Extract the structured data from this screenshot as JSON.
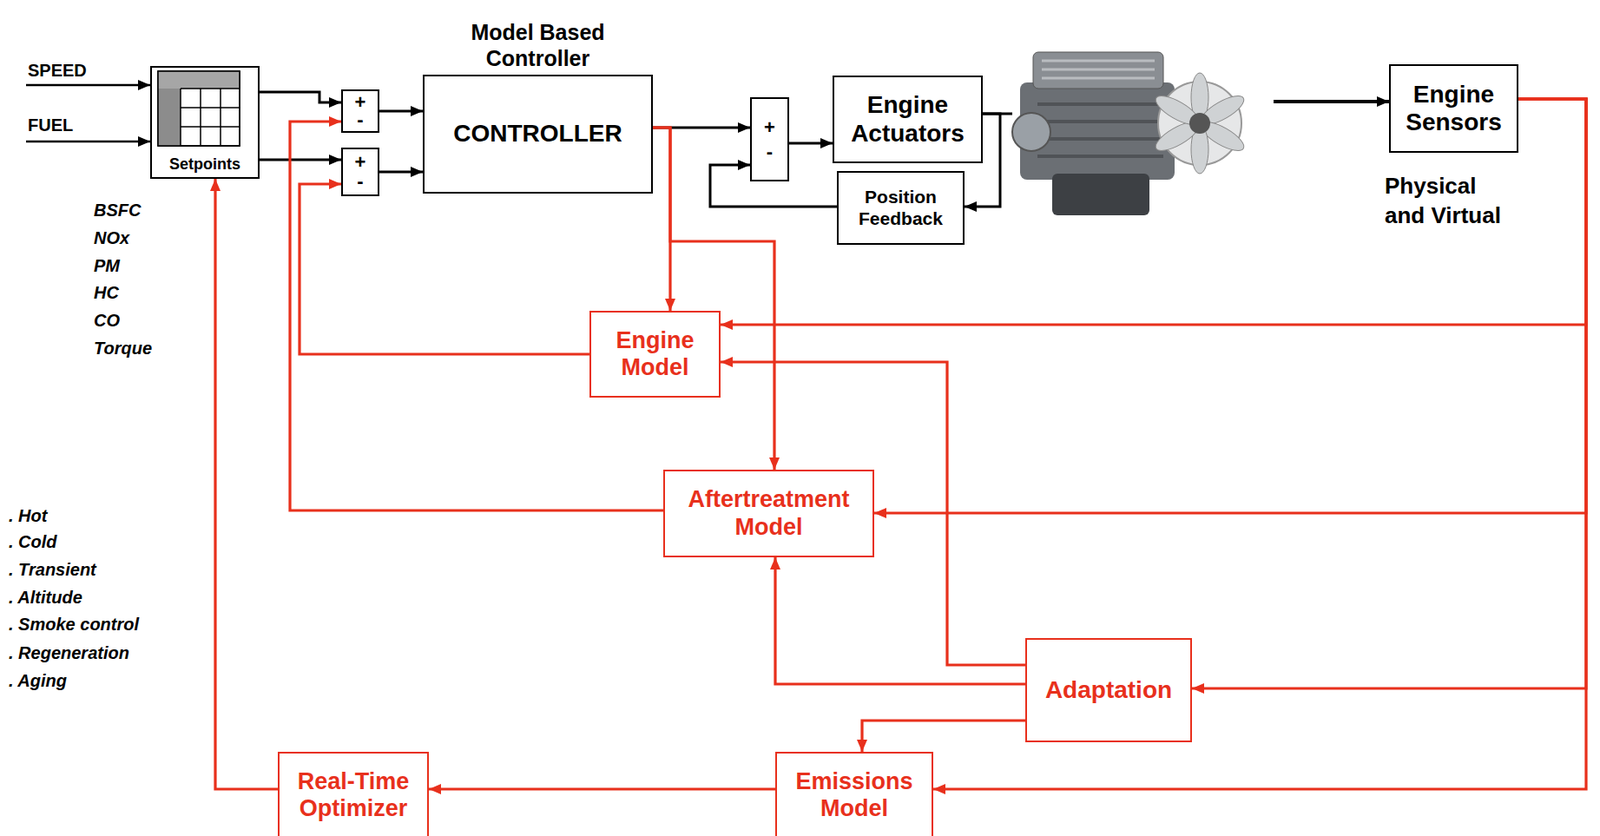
{
  "diagram": {
    "nodes": [
      {
        "text": [
          "Setpoints"
        ]
      },
      {
        "text": [
          "+",
          "-"
        ]
      },
      {
        "text": [
          "+",
          "-"
        ]
      },
      {
        "text": [
          "Model Based Controller",
          "CONTROLLER"
        ]
      },
      {
        "text": [
          "+",
          "-"
        ]
      },
      {
        "text": [
          "Engine Actuators"
        ]
      },
      {
        "text": [
          "Position Feedback"
        ]
      },
      {
        "text": [
          "Engine Sensors"
        ]
      },
      {
        "text": [
          "Engine Model"
        ]
      },
      {
        "text": [
          "Aftertreatment Model"
        ]
      },
      {
        "text": [
          "Adaptation"
        ]
      },
      {
        "text": [
          "Emissions Model"
        ]
      },
      {
        "text": [
          "Real-Time Optimizer"
        ]
      }
    ],
    "edges": [
      {
        "from": 0,
        "to": 1,
        "arrow": "to"
      },
      {
        "from": 0,
        "to": 2,
        "arrow": "to"
      },
      {
        "from": 1,
        "to": 3,
        "arrow": "to"
      },
      {
        "from": 2,
        "to": 3,
        "arrow": "to"
      },
      {
        "from": 3,
        "to": 4,
        "arrow": "to"
      },
      {
        "from": 4,
        "to": 5,
        "arrow": "to"
      },
      {
        "from": 5,
        "to": 6,
        "arrow": "to"
      },
      {
        "from": 6,
        "to": 4,
        "arrow": "to"
      },
      {
        "from": 3,
        "to": 8,
        "arrow": "to"
      },
      {
        "from": 3,
        "to": 9,
        "arrow": "to"
      },
      {
        "from": 8,
        "to": 2,
        "arrow": "to"
      },
      {
        "from": 9,
        "to": 1,
        "arrow": "to"
      },
      {
        "from": 7,
        "to": 8,
        "arrow": "to"
      },
      {
        "from": 7,
        "to": 9,
        "arrow": "to"
      },
      {
        "from": 7,
        "to": 10,
        "arrow": "to"
      },
      {
        "from": 7,
        "to": 11,
        "arrow": "to"
      },
      {
        "from": 10,
        "to": 8,
        "arrow": "to"
      },
      {
        "from": 10,
        "to": 9,
        "arrow": "to"
      },
      {
        "from": 10,
        "to": 11,
        "arrow": "to"
      },
      {
        "from": 11,
        "to": 12,
        "arrow": "to"
      },
      {
        "from": 12,
        "to": 0,
        "arrow": "to"
      }
    ],
    "labels": [
      "SPEED",
      "FUEL",
      "BSFC",
      "NOx",
      "PM",
      "HC",
      "CO",
      "Torque",
      ". Hot",
      ". Cold",
      ". Transient",
      ". Altitude",
      ". Smoke control",
      ". Regeneration",
      ". Aging",
      "Physical and Virtual"
    ]
  }
}
